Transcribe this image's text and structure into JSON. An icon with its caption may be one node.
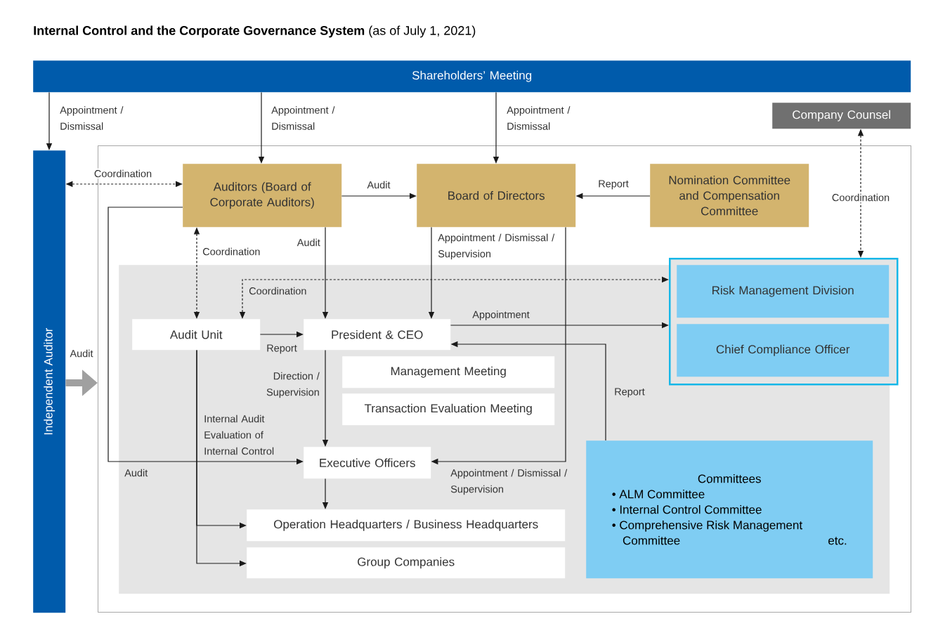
{
  "diagram": {
    "title": "**Internal Control and the Corporate Governance System** (as of July 1, 2021)",
    "nodes": [
      {
        "text": [
          "Shareholders’ Meeting"
        ]
      },
      {
        "text": [
          "Company Counsel"
        ]
      },
      {
        "text": [
          "Independent Auditor"
        ]
      },
      {
        "text": [],
        "shape": "box"
      },
      {
        "text": [
          "Auditors (Board of Corporate Auditors)"
        ],
        "in": 3
      },
      {
        "text": [
          "Board of Directors"
        ],
        "in": 3
      },
      {
        "text": [
          "Nomination Committee and Compensation Committee"
        ],
        "in": 3
      },
      {
        "text": [],
        "shape": "box",
        "in": 3
      },
      {
        "text": [
          "Audit Unit"
        ],
        "in": 7
      },
      {
        "text": [
          "President & CEO"
        ],
        "in": 7
      },
      {
        "text": [
          "Management Meeting"
        ],
        "in": 7
      },
      {
        "text": [
          "Transaction Evaluation Meeting"
        ],
        "in": 7
      },
      {
        "text": [
          "Executive Officers"
        ],
        "in": 7
      },
      {
        "text": [
          "Operation Headquarters / Business Headquarters"
        ],
        "in": 7
      },
      {
        "text": [
          "Group Companies"
        ],
        "in": 7
      },
      {
        "text": [
          "Committees",
          "• ALM Committee",
          "• Internal Control Committee",
          "• Comprehensive Risk Management Committee",
          "etc."
        ],
        "in": 7
      },
      {
        "text": [],
        "shape": "box",
        "in": 3
      },
      {
        "text": [
          "Risk Management Division"
        ],
        "in": 16
      },
      {
        "text": [
          "Chief Compliance Officer"
        ],
        "in": 16
      }
    ],
    "edges": [
      {
        "from": 0,
        "to": 2,
        "arrow": "to",
        "label": "Appointment / Dismissal"
      },
      {
        "from": 0,
        "to": 4,
        "arrow": "to",
        "label": "Appointment / Dismissal"
      },
      {
        "from": 0,
        "to": 5,
        "arrow": "to",
        "label": "Appointment / Dismissal"
      },
      {
        "from": 2,
        "to": 4,
        "arrow": "both",
        "label": "Coordination",
        "style": "dashed"
      },
      {
        "from": 4,
        "to": 5,
        "arrow": "to",
        "label": "Audit"
      },
      {
        "from": 6,
        "to": 5,
        "arrow": "to",
        "label": "Report"
      },
      {
        "from": 1,
        "to": 16,
        "arrow": "both",
        "label": "Coordination",
        "style": "dashed"
      },
      {
        "from": 4,
        "to": 8,
        "arrow": "both",
        "label": "Coordination",
        "style": "dashed"
      },
      {
        "from": 4,
        "to": 9,
        "arrow": "to",
        "label": "Audit"
      },
      {
        "from": 5,
        "to": 9,
        "arrow": "to",
        "label": "Appointment / Dismissal / Supervision"
      },
      {
        "from": 5,
        "to": 12,
        "arrow": "to",
        "label": "Appointment / Dismissal / Supervision"
      },
      {
        "from": 4,
        "to": 12,
        "arrow": "to",
        "label": "Audit"
      },
      {
        "from": 8,
        "to": 16,
        "arrow": "both",
        "label": "Coordination",
        "style": "dashed"
      },
      {
        "from": 8,
        "to": 9,
        "arrow": "to",
        "label": "Report"
      },
      {
        "from": 9,
        "to": 16,
        "arrow": "to",
        "label": "Appointment"
      },
      {
        "from": 15,
        "to": 9,
        "arrow": "to",
        "label": "Report"
      },
      {
        "from": 9,
        "to": 12,
        "arrow": "to",
        "label": "Direction / Supervision"
      },
      {
        "from": 12,
        "to": 13,
        "arrow": "to"
      },
      {
        "from": 8,
        "to": 13,
        "arrow": "to",
        "label": "Internal Audit Evaluation of Internal Control"
      },
      {
        "from": 8,
        "to": 14,
        "arrow": "to"
      },
      {
        "from": 2,
        "to": 3,
        "arrow": "to",
        "label": "Audit",
        "style": "thick",
        "color": "#a0a0a0"
      }
    ]
  }
}
